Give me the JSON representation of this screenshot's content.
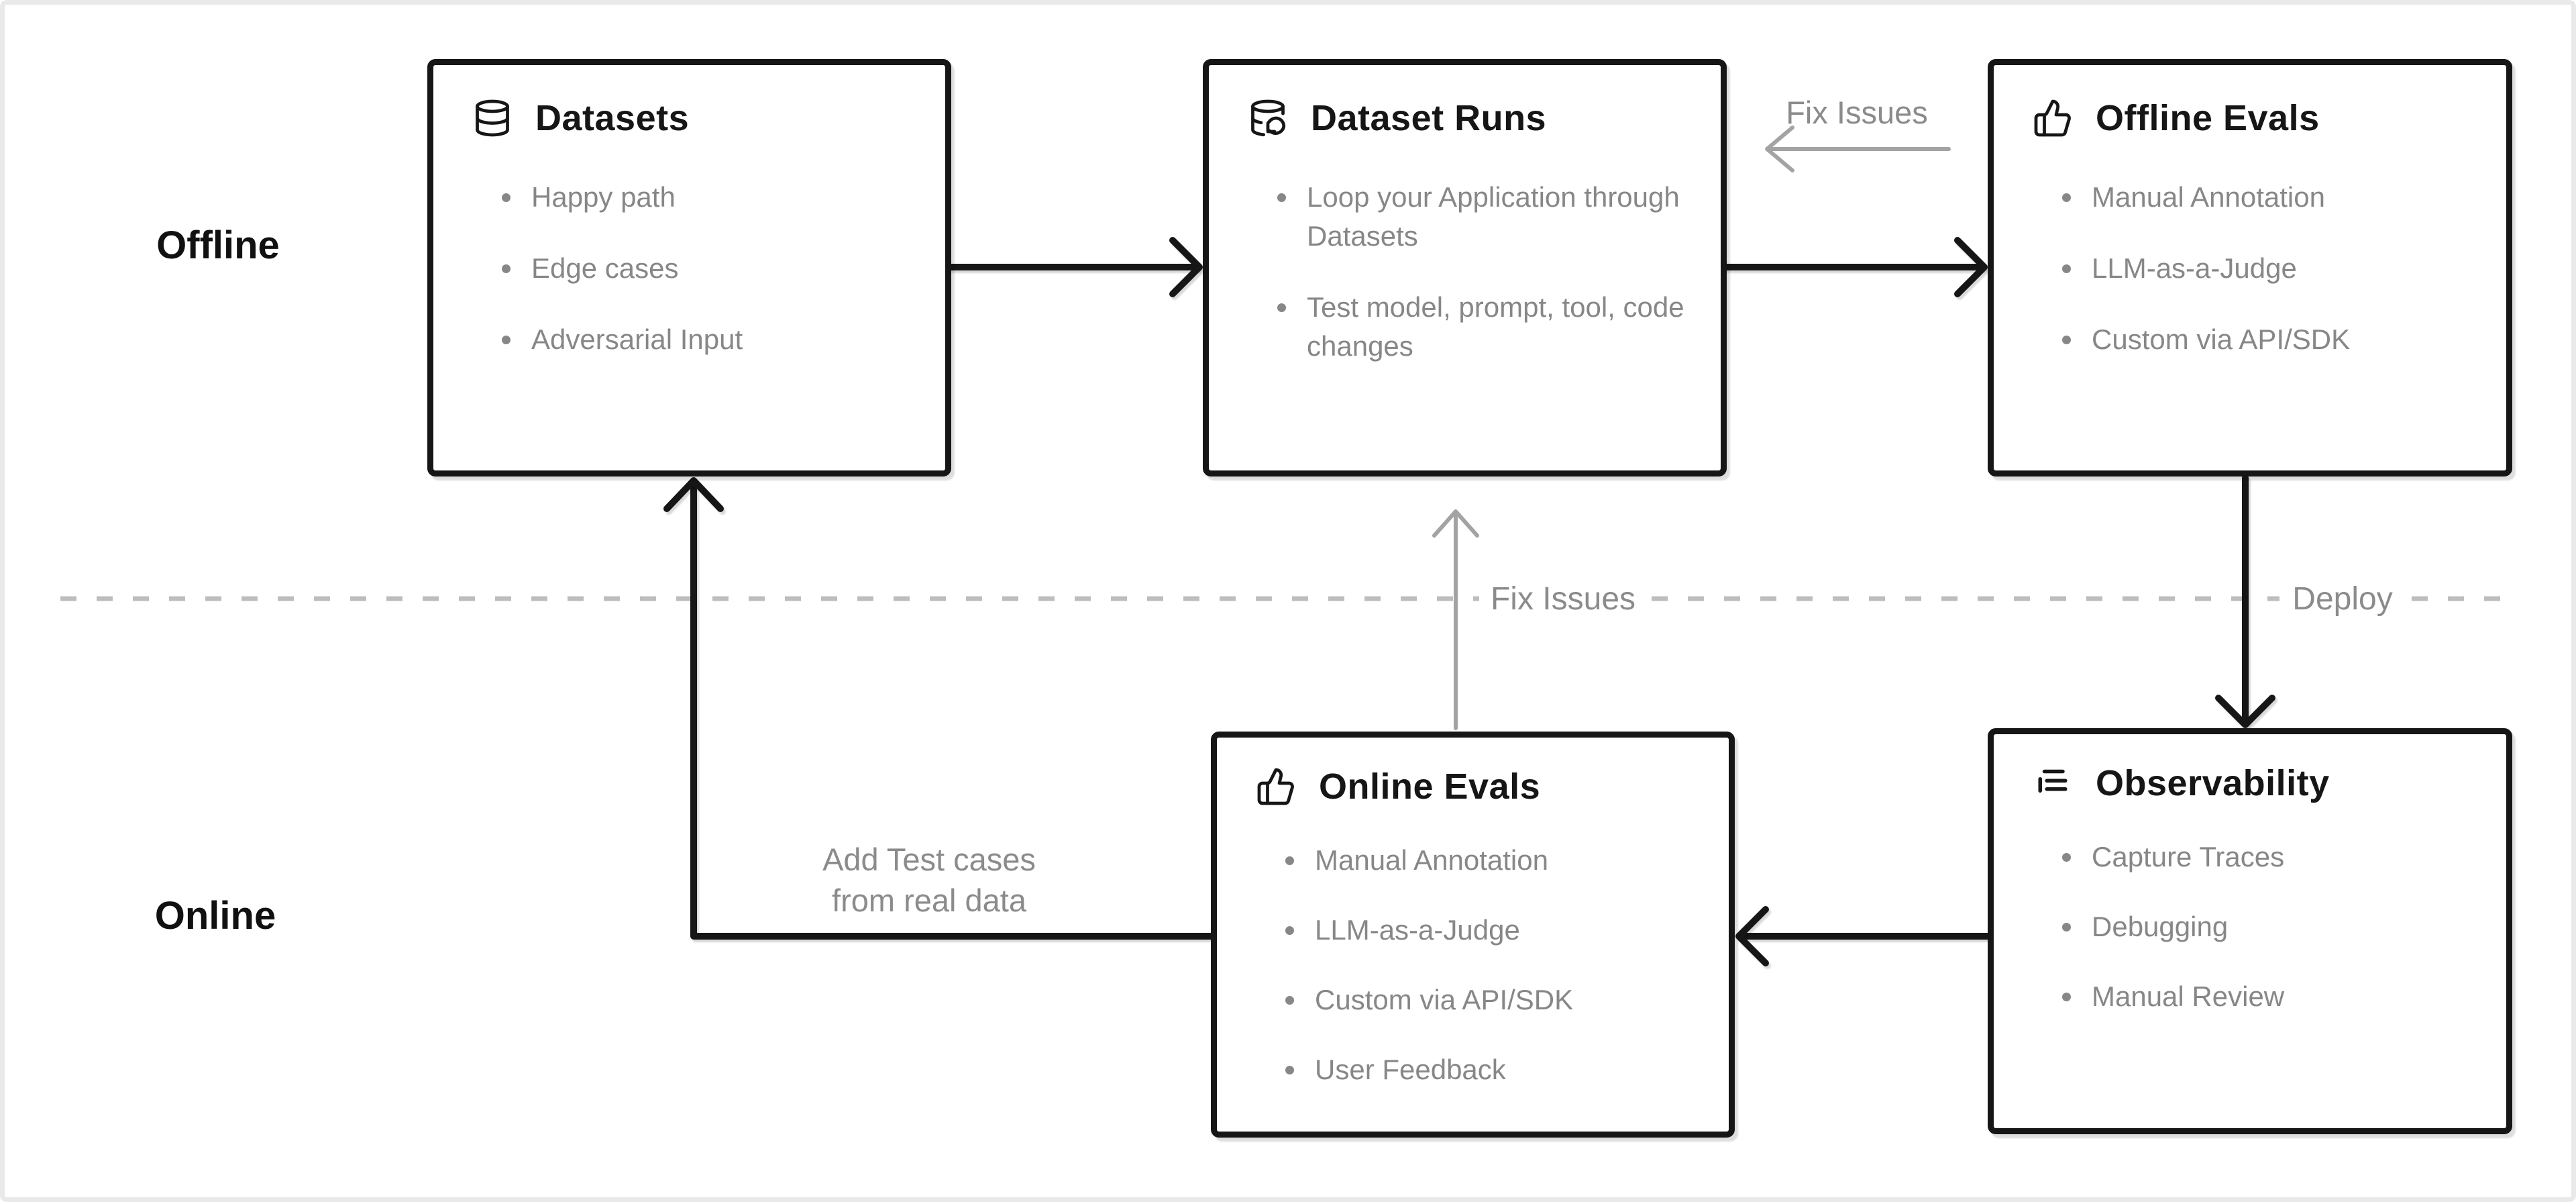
{
  "colors": {
    "box_border": "#161616",
    "title": "#161616",
    "bullet": "#878787",
    "muted_label": "#8b8b8b",
    "black_arrow": "#161616",
    "gray_arrow": "#a3a3a3",
    "dashed_line": "#bdbdbd",
    "frame": "#e9e9e9",
    "bg": "#ffffff"
  },
  "section_labels": {
    "offline": "Offline",
    "online": "Online"
  },
  "boxes": {
    "datasets": {
      "title": "Datasets",
      "icon": "database-icon",
      "items": [
        "Happy path",
        "Edge cases",
        "Adversarial Input"
      ]
    },
    "dataset_runs": {
      "title": "Dataset Runs",
      "icon": "database-refresh-icon",
      "items": [
        "Loop your Application through Datasets",
        "Test model, prompt, tool, code changes"
      ]
    },
    "offline_evals": {
      "title": "Offline Evals",
      "icon": "thumbs-up-icon",
      "items": [
        "Manual Annotation",
        "LLM-as-a-Judge",
        "Custom via API/SDK"
      ]
    },
    "online_evals": {
      "title": "Online Evals",
      "icon": "thumbs-up-icon",
      "items": [
        "Manual Annotation",
        "LLM-as-a-Judge",
        "Custom via API/SDK",
        "User Feedback"
      ]
    },
    "observability": {
      "title": "Observability",
      "icon": "list-tree-icon",
      "items": [
        "Capture Traces",
        "Debugging",
        "Manual Review"
      ]
    }
  },
  "edge_labels": {
    "fix_issues_top": "Fix Issues",
    "fix_issues_middle": "Fix Issues",
    "deploy": "Deploy",
    "add_test_cases_line1": "Add Test cases",
    "add_test_cases_line2": "from real data"
  }
}
